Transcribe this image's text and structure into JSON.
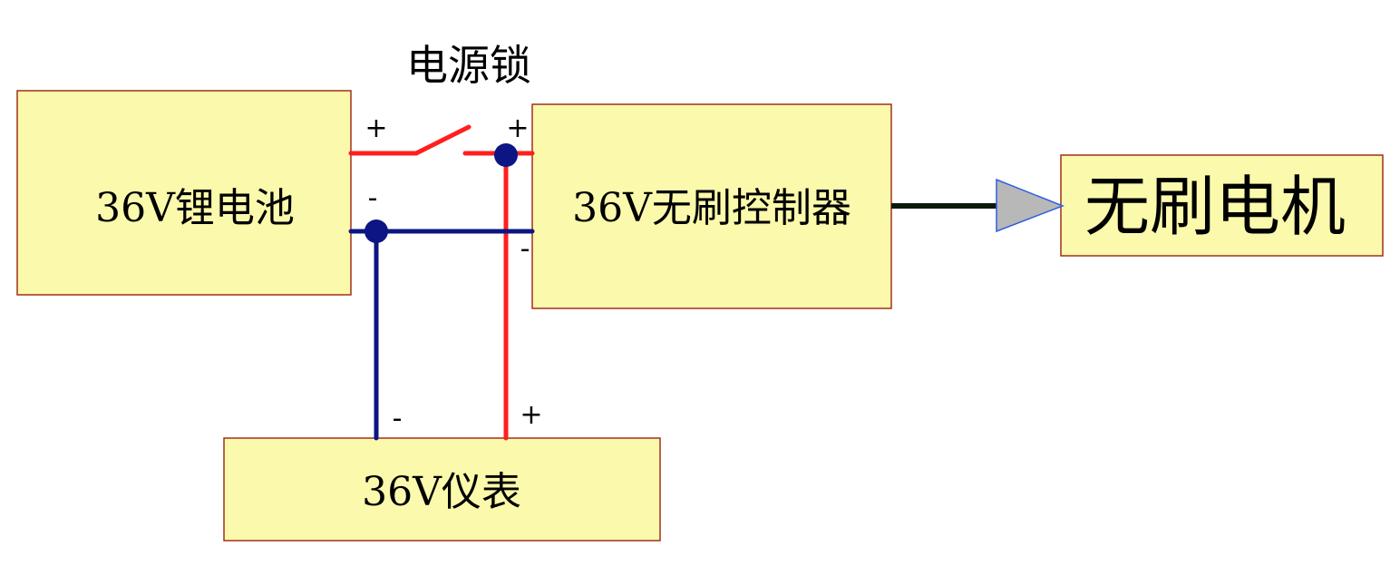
{
  "labels": {
    "switch": "电源锁",
    "battery": "36V锂电池",
    "controller": "36V无刷控制器",
    "motor": "无刷电机",
    "meter": "36V仪表"
  },
  "polarity": {
    "battery_pos": "+",
    "battery_neg": "-",
    "controller_pos": "+",
    "controller_neg": "-",
    "meter_pos": "+",
    "meter_neg": "-"
  },
  "colors": {
    "box_fill": "#fbf9ab",
    "box_border": "#a0301c",
    "positive_wire": "#ff1f1f",
    "negative_wire": "#0c1583",
    "junction": "#0c1583",
    "signal_wire": "#0c1a0c",
    "arrow_fill": "#b8b8b8",
    "arrow_stroke": "#2d5fe0"
  }
}
